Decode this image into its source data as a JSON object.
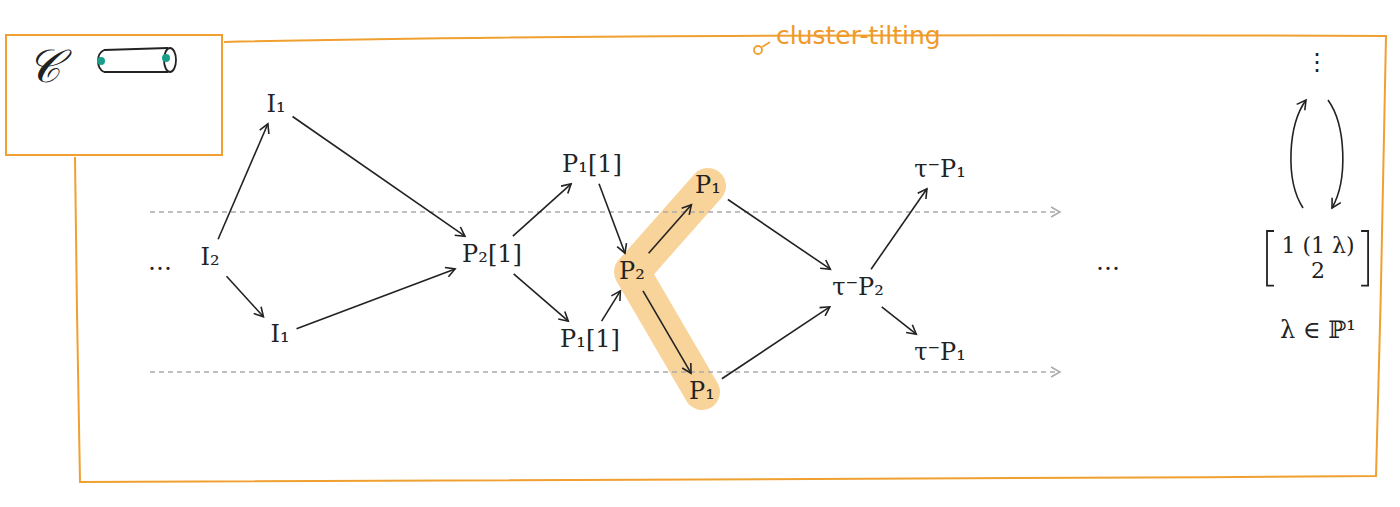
{
  "diagram": {
    "nodes": [
      {
        "text": [
          "𝒞"
        ]
      },
      {
        "text": [
          "I₁"
        ]
      },
      {
        "text": [
          "I₂"
        ]
      },
      {
        "text": [
          "I₁"
        ]
      },
      {
        "text": [
          "P₂[1]"
        ]
      },
      {
        "text": [
          "P₁[1]"
        ]
      },
      {
        "text": [
          "P₁[1]"
        ]
      },
      {
        "text": [
          "P₂"
        ]
      },
      {
        "text": [
          "P₁"
        ]
      },
      {
        "text": [
          "P₁"
        ]
      },
      {
        "text": [
          "τ⁻P₂"
        ]
      },
      {
        "text": [
          "τ⁻P₁"
        ]
      },
      {
        "text": [
          "τ⁻P₁"
        ]
      },
      {
        "text": [
          "1 (1 λ)",
          "2"
        ]
      }
    ],
    "edges": [
      {
        "from": 2,
        "to": 1,
        "arrow": "to"
      },
      {
        "from": 2,
        "to": 3,
        "arrow": "to"
      },
      {
        "from": 1,
        "to": 4,
        "arrow": "to"
      },
      {
        "from": 3,
        "to": 4,
        "arrow": "to"
      },
      {
        "from": 4,
        "to": 5,
        "arrow": "to"
      },
      {
        "from": 4,
        "to": 6,
        "arrow": "to"
      },
      {
        "from": 5,
        "to": 7,
        "arrow": "to"
      },
      {
        "from": 6,
        "to": 7,
        "arrow": "to"
      },
      {
        "from": 7,
        "to": 8,
        "arrow": "to"
      },
      {
        "from": 7,
        "to": 9,
        "arrow": "to"
      },
      {
        "from": 8,
        "to": 10,
        "arrow": "to"
      },
      {
        "from": 9,
        "to": 10,
        "arrow": "to"
      },
      {
        "from": 10,
        "to": 11,
        "arrow": "to"
      },
      {
        "from": 10,
        "to": 12,
        "arrow": "to"
      }
    ],
    "labels": [
      "cluster-tilting",
      "…",
      "…",
      "⋮",
      "λ ∈ ℙ¹"
    ]
  }
}
